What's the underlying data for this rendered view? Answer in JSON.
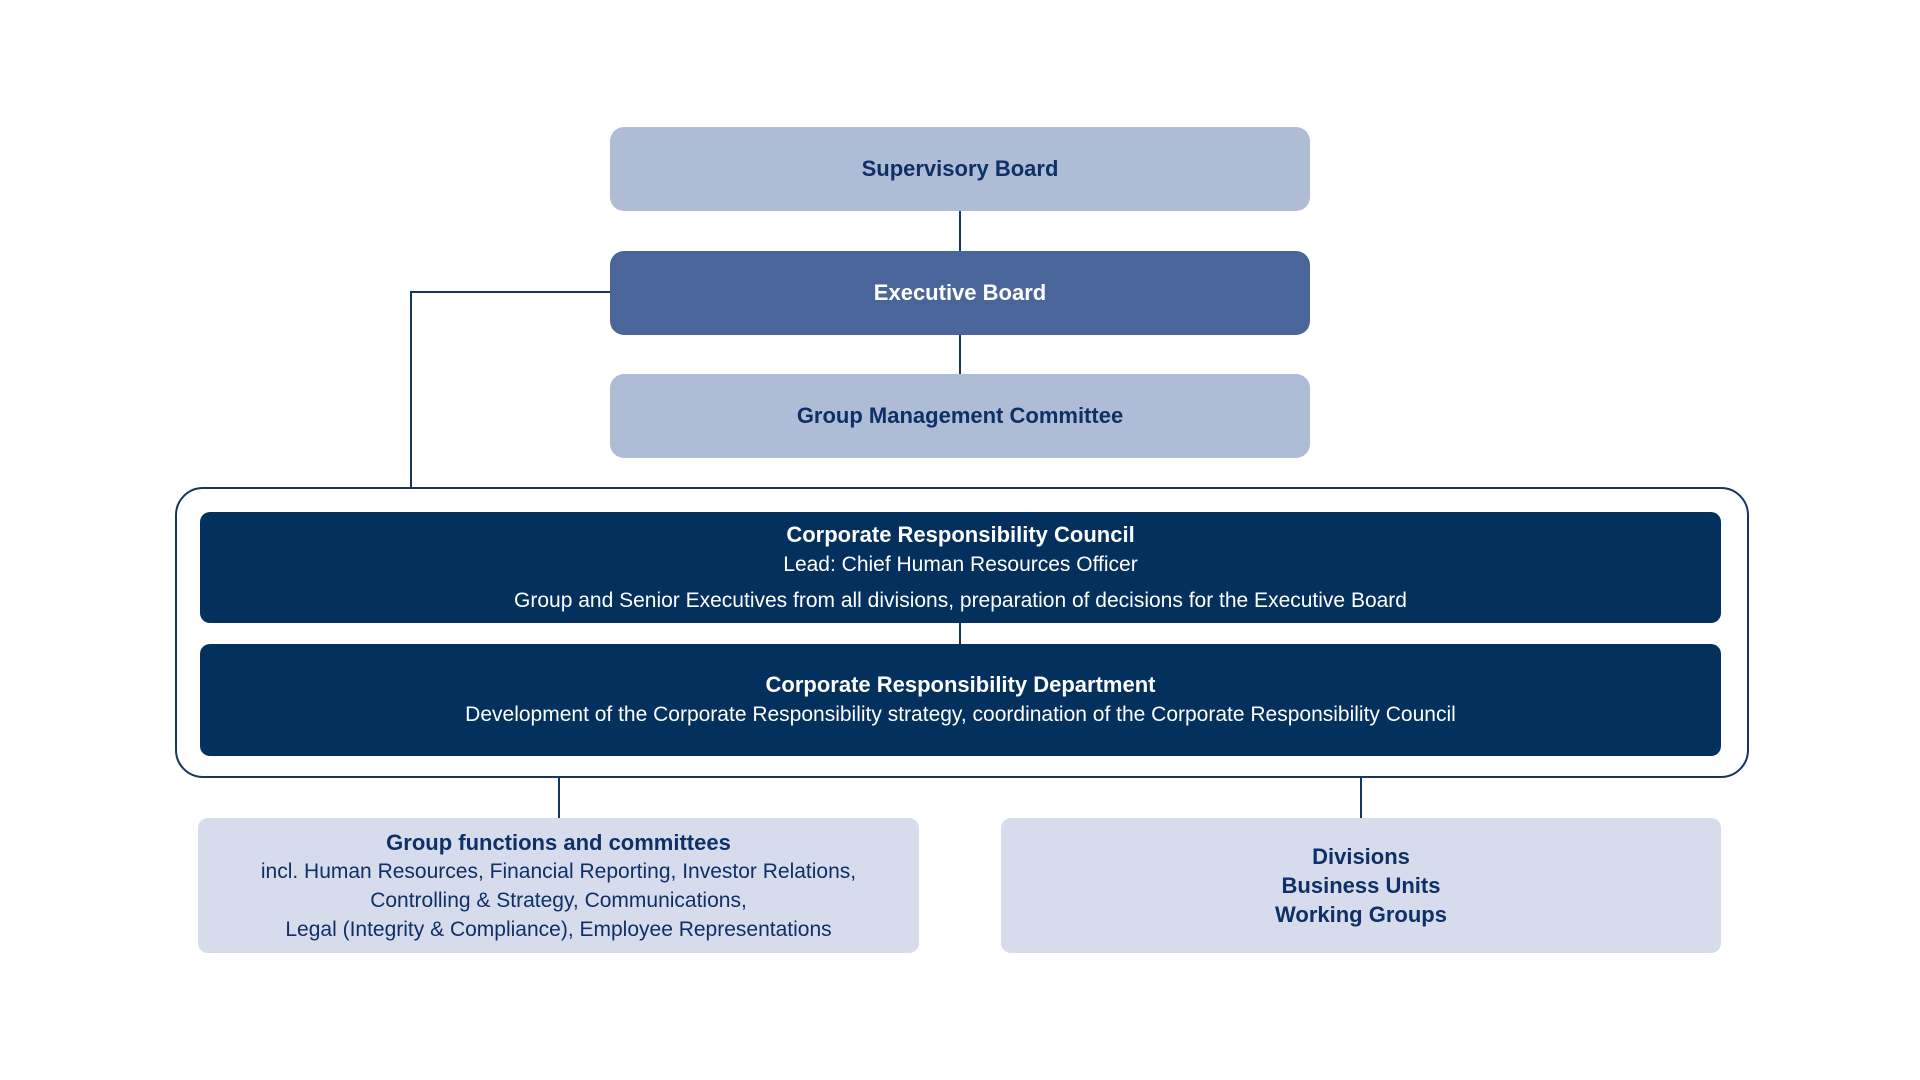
{
  "colors": {
    "background": "#ffffff",
    "light_blue": "#aebcd6",
    "mid_blue": "#4a6599",
    "dark_navy": "#04305e",
    "pale_blue": "#d7dcec",
    "navy_text": "#0d3066",
    "line": "#16355f"
  },
  "nodes": {
    "supervisory_board": {
      "title": "Supervisory Board"
    },
    "executive_board": {
      "title": "Executive Board"
    },
    "group_management_committee": {
      "title": "Group Management Committee"
    },
    "cr_council": {
      "title": "Corporate Responsibility Council",
      "line1": "Lead: Chief Human Resources Officer",
      "line2": "Group and Senior Executives from all divisions, preparation of decisions for the Executive Board"
    },
    "cr_department": {
      "title": "Corporate Responsibility Department",
      "line1": "Development of the Corporate Responsibility strategy, coordination of the Corporate Responsibility Council"
    },
    "group_functions": {
      "title": "Group functions and committees",
      "line1": "incl. Human Resources, Financial Reporting, Investor Relations,",
      "line2": "Controlling & Strategy, Communications,",
      "line3": "Legal (Integrity & Compliance), Employee Representations"
    },
    "divisions": {
      "line1": "Divisions",
      "line2": "Business Units",
      "line3": "Working Groups"
    }
  }
}
